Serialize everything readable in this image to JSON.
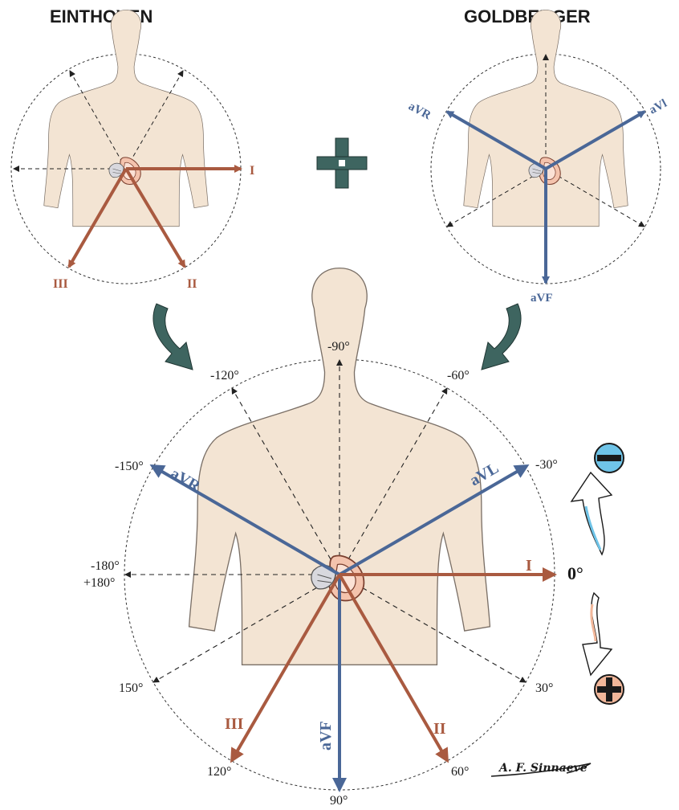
{
  "titles": {
    "left": "EINTHOVEN",
    "right": "GOLDBERGER"
  },
  "leads": {
    "I": "I",
    "II": "II",
    "III": "III",
    "aVR": "aVR",
    "aVL": "aVL",
    "aVL_small": "aVl",
    "aVF": "aVF"
  },
  "degrees": {
    "m90": "-90°",
    "m120": "-120°",
    "m60": "-60°",
    "m150": "-150°",
    "m30": "-30°",
    "m180": "-180°",
    "p180": "+180°",
    "zero": "0°",
    "p150": "150°",
    "p30": "30°",
    "p120": "120°",
    "p60": "60°",
    "p90": "90°"
  },
  "signature": "A. F. Sinnaeve",
  "colors": {
    "einthoven_leads": "#a95a40",
    "goldberger_leads": "#4a6797",
    "body_fill": "#f3e4d3",
    "curved_arrow": "#3e6560",
    "plus_sign": "#3e6560",
    "negative_marker": "#6fc4e8",
    "positive_marker": "#f2b79a"
  },
  "icons": {
    "plus": "plus-sign-icon",
    "negative": "negative-circle-icon",
    "positive": "positive-circle-icon",
    "rotate_up": "counterclockwise-arrow-icon",
    "rotate_down": "clockwise-arrow-icon"
  }
}
